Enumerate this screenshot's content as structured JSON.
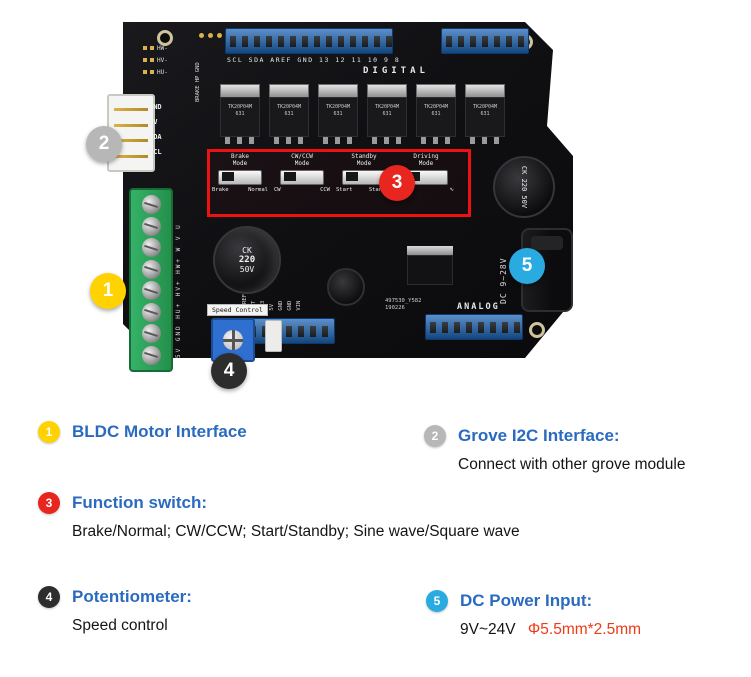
{
  "colors": {
    "title_blue": "#2a6bbf",
    "highlight_red": "#ee1111",
    "spec_red": "#ee3a18",
    "callout_yellow": "#ffd200",
    "callout_gray": "#b7b7b7",
    "callout_red": "#e8251f",
    "callout_black": "#2d2d2d",
    "callout_blue": "#29abe2"
  },
  "board": {
    "digital_label": "DIGITAL",
    "analog_label": "ANALOG",
    "dc_label": "DC 9~28V",
    "speed_control_label": "Speed Control",
    "header_pin_labels": "SCL SDA AREF GND 13 12 11 10 9 8",
    "bottom_pin_labels": [
      "NC",
      "IOREF",
      "RST",
      "3V3",
      "5V",
      "GND",
      "GND",
      "VIN"
    ],
    "grove_pins": [
      "GND",
      "5V",
      "SDA",
      "SCL"
    ],
    "aux_pins": [
      "HW-",
      "HV-",
      "HU-"
    ],
    "brake_silk": "BRAKE HP GND",
    "terminal_silk": "5V GND HU+ HV+ HW+ W V U",
    "mosfet_line1": "TK20P04M",
    "mosfet_line2": "631",
    "cap_big": {
      "l1": "CK",
      "l2": "220",
      "l3": "50V"
    },
    "cap_side_label": "CK 220 50V",
    "pcb_code1": "497530_Y582",
    "pcb_code2": "190226",
    "switches": [
      {
        "mode1": "Brake",
        "mode2": "Mode",
        "left": "Brake",
        "right": "Normal"
      },
      {
        "mode1": "CW/CCW",
        "mode2": "Mode",
        "left": "CW",
        "right": "CCW"
      },
      {
        "mode1": "Standby",
        "mode2": "Mode",
        "left": "Start",
        "right": "Standby"
      },
      {
        "mode1": "Driving",
        "mode2": "Mode",
        "left": "∏∏",
        "right": "∿"
      }
    ]
  },
  "callouts": {
    "c1": {
      "num": "1"
    },
    "c2": {
      "num": "2"
    },
    "c3": {
      "num": "3"
    },
    "c4": {
      "num": "4"
    },
    "c5": {
      "num": "5"
    }
  },
  "legend": {
    "item1": {
      "num": "1",
      "title": "BLDC Motor Interface"
    },
    "item2": {
      "num": "2",
      "title": "Grove I2C Interface:",
      "subtitle": "Connect with other grove module"
    },
    "item3": {
      "num": "3",
      "title": "Function switch:",
      "subtitle": "Brake/Normal; CW/CCW; Start/Standby; Sine wave/Square wave"
    },
    "item4": {
      "num": "4",
      "title": "Potentiometer:",
      "subtitle": "Speed control"
    },
    "item5": {
      "num": "5",
      "title": "DC Power Input:",
      "subtitle_plain": "9V~24V",
      "subtitle_red": "Φ5.5mm*2.5mm"
    }
  }
}
